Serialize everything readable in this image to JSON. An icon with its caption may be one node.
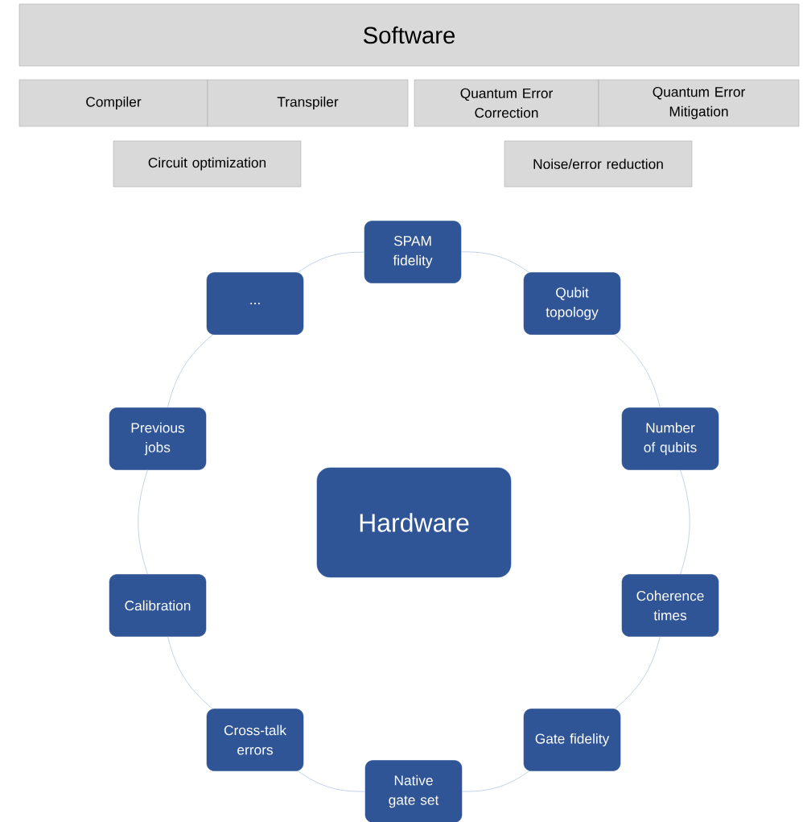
{
  "diagram": {
    "nodes": [
      {
        "text": [
          "Software"
        ]
      },
      {
        "text": [
          "Compiler"
        ]
      },
      {
        "text": [
          "Transpiler"
        ]
      },
      {
        "text": [
          "Quantum Error Correction"
        ]
      },
      {
        "text": [
          "Quantum Error Mitigation"
        ]
      },
      {
        "text": [
          "Circuit optimization"
        ]
      },
      {
        "text": [
          "Noise/error reduction"
        ]
      },
      {
        "text": [
          "Hardware"
        ]
      },
      {
        "text": [
          "SPAM fidelity"
        ]
      },
      {
        "text": [
          "Qubit topology"
        ]
      },
      {
        "text": [
          "Number of qubits"
        ]
      },
      {
        "text": [
          "Coherence times"
        ]
      },
      {
        "text": [
          "Gate fidelity"
        ]
      },
      {
        "text": [
          "Native gate set"
        ]
      },
      {
        "text": [
          "Cross-talk errors"
        ]
      },
      {
        "text": [
          "Calibration"
        ]
      },
      {
        "text": [
          "Previous jobs"
        ]
      },
      {
        "text": [
          "..."
        ]
      }
    ],
    "edges": [
      {
        "from": 8,
        "to": 9,
        "arrow": "none"
      },
      {
        "from": 9,
        "to": 10,
        "arrow": "none"
      },
      {
        "from": 10,
        "to": 11,
        "arrow": "none"
      },
      {
        "from": 11,
        "to": 12,
        "arrow": "none"
      },
      {
        "from": 12,
        "to": 13,
        "arrow": "none"
      },
      {
        "from": 13,
        "to": 14,
        "arrow": "none"
      },
      {
        "from": 14,
        "to": 15,
        "arrow": "none"
      },
      {
        "from": 15,
        "to": 16,
        "arrow": "none"
      },
      {
        "from": 16,
        "to": 17,
        "arrow": "none"
      },
      {
        "from": 17,
        "to": 8,
        "arrow": "none"
      }
    ]
  }
}
